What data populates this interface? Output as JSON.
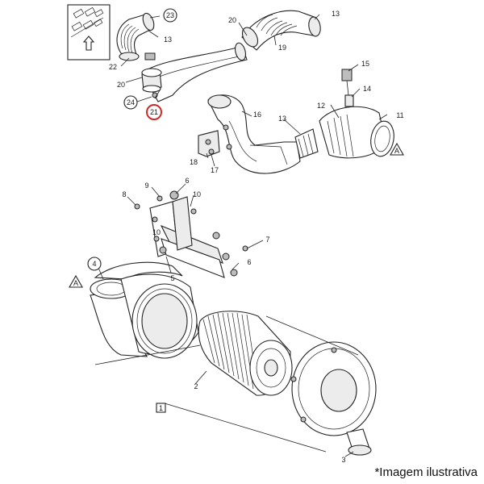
{
  "colors": {
    "line": "#222222",
    "highlight": "#cc2a2a",
    "fill": "#ffffff",
    "shade": "#ececec"
  },
  "caption": "*Imagem ilustrativa",
  "callouts": {
    "c1": "1",
    "c2": "2",
    "c3": "3",
    "c4": "4",
    "c5": "5",
    "c6a": "6",
    "c6b": "6",
    "c7": "7",
    "c8": "8",
    "c9": "9",
    "c10a": "10",
    "c10b": "10",
    "c11": "11",
    "c12": "12",
    "c13a": "13",
    "c13b": "13",
    "c13c": "13",
    "c14": "14",
    "c15": "15",
    "c16": "16",
    "c17": "17",
    "c18": "18",
    "c19": "19",
    "c20a": "20",
    "c20b": "20",
    "c21": "21",
    "c22": "22",
    "c23": "23",
    "c24": "24",
    "refA1": "A",
    "refA2": "A"
  },
  "icons": {
    "orientation": "vehicle-orientation-icon",
    "arrow": "up-arrow-icon"
  }
}
